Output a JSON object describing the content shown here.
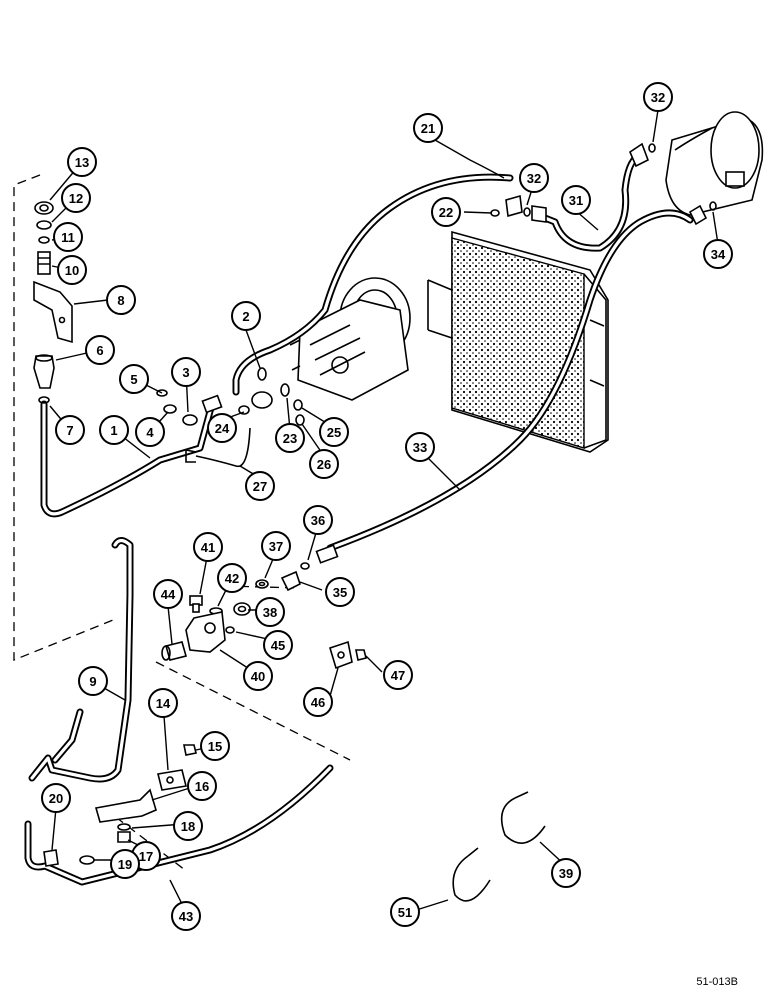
{
  "reference_code": "51-013B",
  "callouts": [
    {
      "label": "13"
    },
    {
      "label": "12"
    },
    {
      "label": "11"
    },
    {
      "label": "10"
    },
    {
      "label": "8"
    },
    {
      "label": "6"
    },
    {
      "label": "5"
    },
    {
      "label": "3"
    },
    {
      "label": "7"
    },
    {
      "label": "1"
    },
    {
      "label": "4"
    },
    {
      "label": "2"
    },
    {
      "label": "24"
    },
    {
      "label": "23"
    },
    {
      "label": "25"
    },
    {
      "label": "26"
    },
    {
      "label": "27"
    },
    {
      "label": "21"
    },
    {
      "label": "22"
    },
    {
      "label": "32"
    },
    {
      "label": "31"
    },
    {
      "label": "32"
    },
    {
      "label": "34"
    },
    {
      "label": "33"
    },
    {
      "label": "36"
    },
    {
      "label": "37"
    },
    {
      "label": "35"
    },
    {
      "label": "41"
    },
    {
      "label": "42"
    },
    {
      "label": "44"
    },
    {
      "label": "38"
    },
    {
      "label": "45"
    },
    {
      "label": "40"
    },
    {
      "label": "47"
    },
    {
      "label": "46"
    },
    {
      "label": "9"
    },
    {
      "label": "14"
    },
    {
      "label": "15"
    },
    {
      "label": "16"
    },
    {
      "label": "20"
    },
    {
      "label": "18"
    },
    {
      "label": "17"
    },
    {
      "label": "19"
    },
    {
      "label": "43"
    },
    {
      "label": "39"
    },
    {
      "label": "51"
    }
  ]
}
